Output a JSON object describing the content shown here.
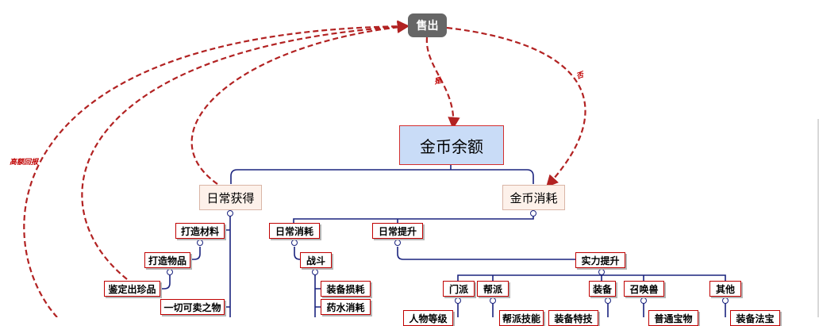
{
  "nodes": {
    "sell": "售出",
    "root": "金币余额",
    "daily_gain": "日常获得",
    "gold_spend": "金币消耗",
    "craft_material": "打造材料",
    "craft_item": "打造物品",
    "appraise_treasure": "鉴定出珍品",
    "all_sellable": "一切可卖之物",
    "daily_consume": "日常消耗",
    "daily_improve": "日常提升",
    "battle": "战斗",
    "equip_wear": "装备损耗",
    "potion_consume": "药水消耗",
    "power_up": "实力提升",
    "sect": "门派",
    "guild": "帮派",
    "equipment": "装备",
    "summon_beast": "召唤兽",
    "other": "其他",
    "partial_1": "人物等级",
    "partial_2": "帮派技能",
    "partial_3": "装备特技",
    "partial_4": "普通宝物",
    "partial_5": "装备法宝"
  },
  "edge_labels": {
    "yes": "是",
    "no": "否",
    "high_return": "高额回报"
  },
  "colors": {
    "tree_line": "#1a237e",
    "dashed_arrow": "#b22222",
    "node_border": "#c00000",
    "root_fill": "#c9dcf7",
    "sell_fill": "#666666"
  }
}
